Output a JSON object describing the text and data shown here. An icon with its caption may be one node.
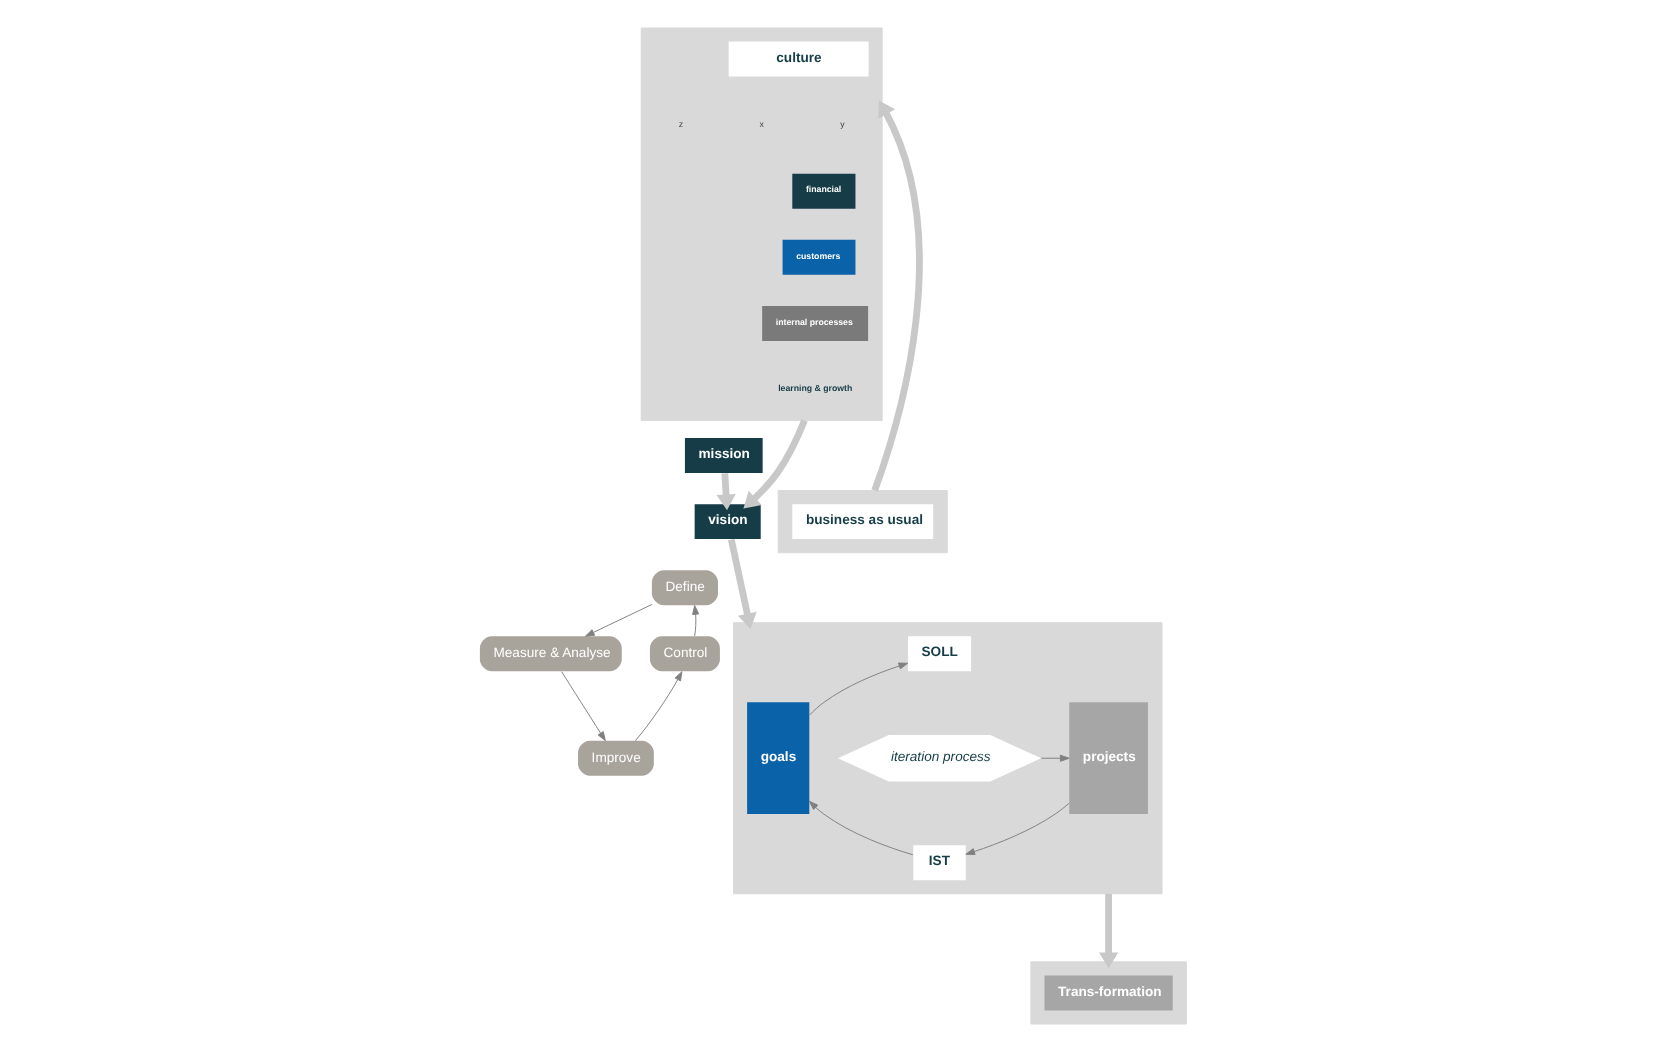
{
  "diagram": {
    "nodes": [
      {
        "text": [
          "mission"
        ]
      },
      {
        "text": [
          "vision"
        ]
      },
      {
        "text": [],
        "shape": "box"
      },
      {
        "text": [
          "culture"
        ],
        "in": 2
      },
      {
        "text": [
          "financial"
        ],
        "in": 2
      },
      {
        "text": [
          "customers"
        ],
        "in": 2
      },
      {
        "text": [
          "internal processes"
        ],
        "in": 2
      },
      {
        "text": [
          "learning & growth"
        ],
        "in": 2
      },
      {
        "text": [
          "Define"
        ]
      },
      {
        "text": [
          "Measure & Analyse"
        ]
      },
      {
        "text": [
          "Improve"
        ]
      },
      {
        "text": [
          "Control"
        ]
      },
      {
        "text": [],
        "shape": "box"
      },
      {
        "text": [
          "goals"
        ],
        "in": 12
      },
      {
        "text": [
          "SOLL"
        ],
        "in": 12
      },
      {
        "text": [
          "iteration process"
        ],
        "in": 12
      },
      {
        "text": [
          "IST"
        ],
        "in": 12
      },
      {
        "text": [
          "projects"
        ],
        "in": 12
      },
      {
        "text": [],
        "shape": "box"
      },
      {
        "text": [
          "business as usual"
        ],
        "in": 18
      },
      {
        "text": [],
        "shape": "box"
      },
      {
        "text": [
          "Trans-formation"
        ],
        "in": 20
      }
    ],
    "edges": [
      {
        "from": 0,
        "to": 1,
        "arrow": "to",
        "style": "thick",
        "color": "#c8c8c8"
      },
      {
        "from": 2,
        "to": 1,
        "arrow": "to",
        "style": "thick",
        "color": "#c8c8c8"
      },
      {
        "from": 1,
        "to": 12,
        "arrow": "to",
        "style": "thick",
        "color": "#c8c8c8"
      },
      {
        "from": 12,
        "to": 20,
        "arrow": "to",
        "style": "thick",
        "color": "#c8c8c8"
      },
      {
        "from": 18,
        "to": 2,
        "arrow": "to",
        "style": "thick",
        "color": "#c8c8c8"
      },
      {
        "from": 8,
        "to": 9,
        "arrow": "to"
      },
      {
        "from": 9,
        "to": 10,
        "arrow": "to"
      },
      {
        "from": 10,
        "to": 11,
        "arrow": "to"
      },
      {
        "from": 11,
        "to": 8,
        "arrow": "to"
      },
      {
        "from": 13,
        "to": 14,
        "arrow": "to"
      },
      {
        "from": 15,
        "to": 17,
        "arrow": "to"
      },
      {
        "from": 17,
        "to": 16,
        "arrow": "to"
      },
      {
        "from": 16,
        "to": 13,
        "arrow": "to"
      }
    ],
    "labels": [
      "x",
      "y",
      "z"
    ]
  }
}
